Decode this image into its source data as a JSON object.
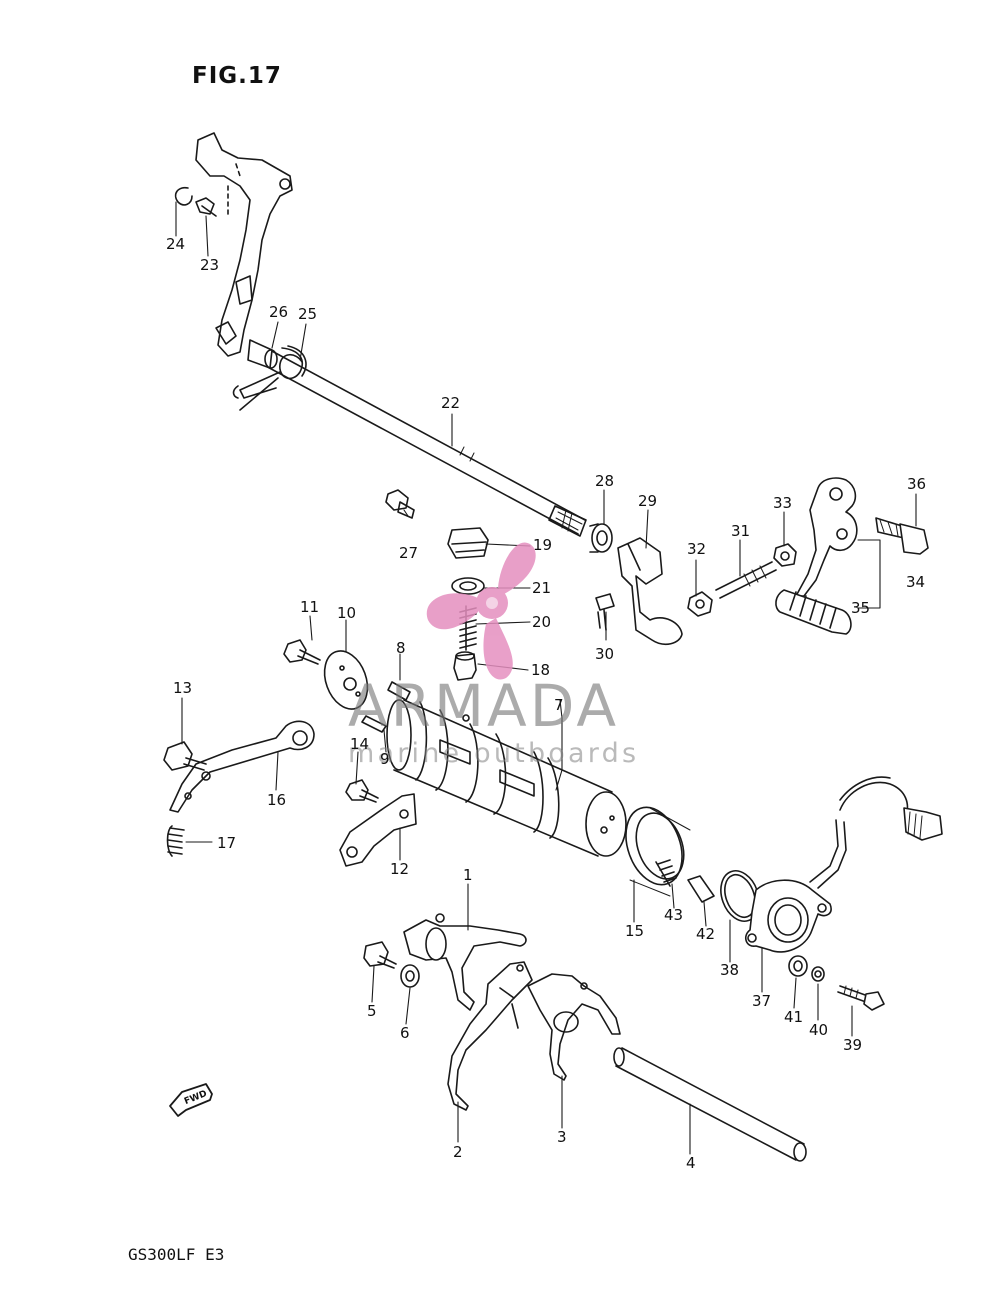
{
  "figure": {
    "title": "FIG.17",
    "model_code": "GS300LF E3",
    "fwd_arrow": "FWD"
  },
  "watermark": {
    "name": "ARMADA",
    "tagline": "marine outboards",
    "logo_color": "#e58fbf",
    "text_color": "#808080"
  },
  "callouts": {
    "n1": "1",
    "n2": "2",
    "n3": "3",
    "n4": "4",
    "n5": "5",
    "n6": "6",
    "n7": "7",
    "n8": "8",
    "n9": "9",
    "n10": "10",
    "n11": "11",
    "n12": "12",
    "n13": "13",
    "n14": "14",
    "n15": "15",
    "n16": "16",
    "n17": "17",
    "n18": "18",
    "n19": "19",
    "n20": "20",
    "n21": "21",
    "n22": "22",
    "n23": "23",
    "n24": "24",
    "n25": "25",
    "n26": "26",
    "n27": "27",
    "n28": "28",
    "n29": "29",
    "n30": "30",
    "n31": "31",
    "n32": "32",
    "n33": "33",
    "n34": "34",
    "n35": "35",
    "n36": "36",
    "n37": "37",
    "n38": "38",
    "n39": "39",
    "n40": "40",
    "n41": "41",
    "n42": "42",
    "n43": "43"
  }
}
